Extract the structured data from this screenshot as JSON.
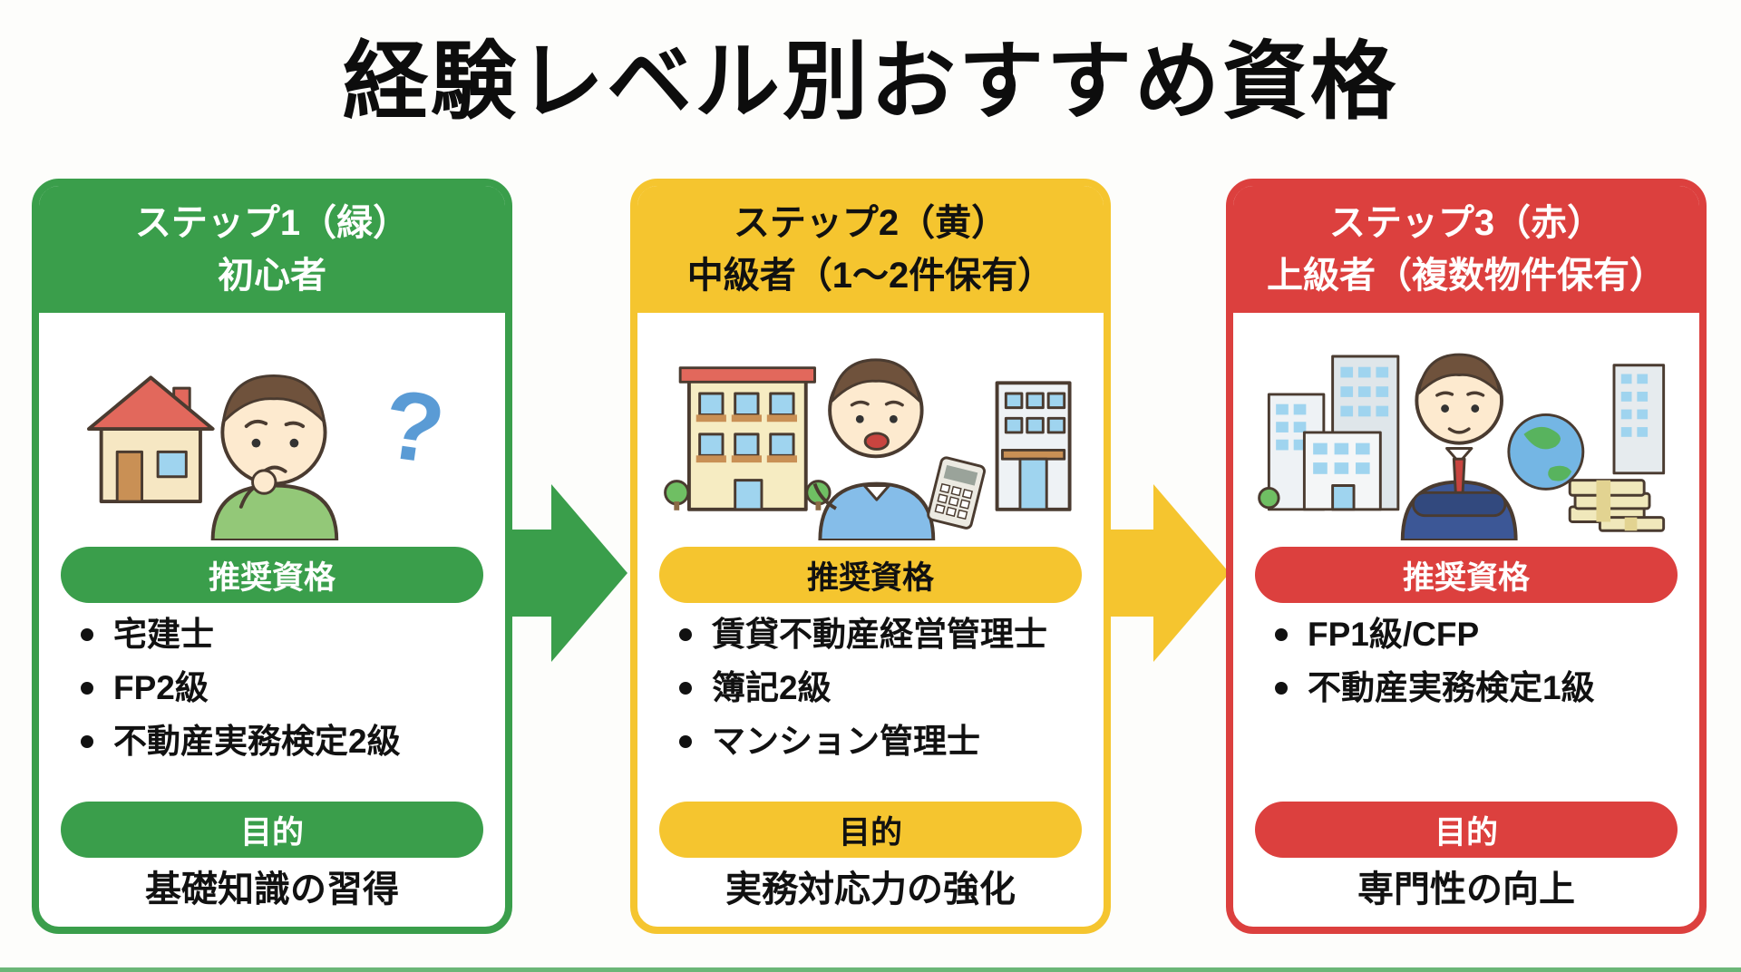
{
  "title": "経験レベル別おすすめ資格",
  "steps": [
    {
      "header_line1": "ステップ1（緑）",
      "header_line2": "初心者",
      "recommended_label": "推奨資格",
      "qualifications": [
        "宅建士",
        "FP2級",
        "不動産実務検定2級"
      ],
      "purpose_label": "目的",
      "purpose": "基礎知識の習得",
      "accent_color": "#3a9e4b",
      "header_text_color": "#ffffff",
      "illustration": "beginner-thinking-person-with-house-and-question-mark"
    },
    {
      "header_line1": "ステップ2（黄）",
      "header_line2": "中級者（1〜2件保有）",
      "recommended_label": "推奨資格",
      "qualifications": [
        "賃貸不動産経営管理士",
        "簿記2級",
        "マンション管理士"
      ],
      "purpose_label": "目的",
      "purpose": "実務対応力の強化",
      "accent_color": "#f5c52f",
      "header_text_color": "#111111",
      "illustration": "intermediate-person-with-apartment-and-calculator"
    },
    {
      "header_line1": "ステップ3（赤）",
      "header_line2": "上級者（複数物件保有）",
      "recommended_label": "推奨資格",
      "qualifications": [
        "FP1級/CFP",
        "不動産実務検定1級"
      ],
      "purpose_label": "目的",
      "purpose": "専門性の向上",
      "accent_color": "#dc403e",
      "header_text_color": "#ffffff",
      "illustration": "advanced-businessman-with-buildings-globe-and-money"
    }
  ],
  "arrows": [
    {
      "from": "ステップ1",
      "to": "ステップ2",
      "color": "#3a9e4b"
    },
    {
      "from": "ステップ2",
      "to": "ステップ3",
      "color": "#f5c52f"
    }
  ]
}
